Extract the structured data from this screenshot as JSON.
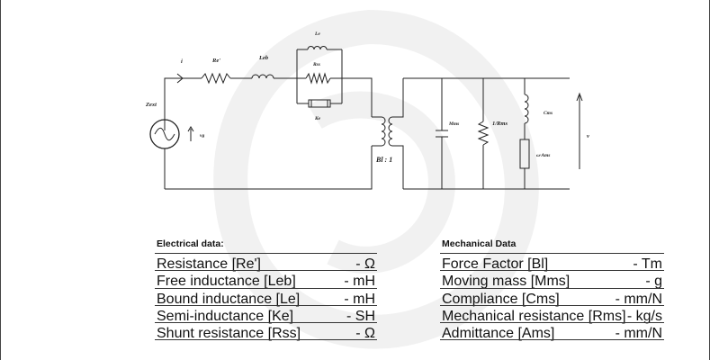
{
  "circuit": {
    "current_label": "i",
    "re_label": "Re'",
    "leb_label": "Leb",
    "le_label": "Le",
    "rss_label": "Rss",
    "ke_label": "Ke",
    "zext_label": "Zext",
    "vg_label": "vg",
    "transformer_label": "Bl : 1",
    "mms_label": "Mms",
    "rms_label": "1/Rms",
    "cms_label": "Cms",
    "ams_label": "ω·Ams",
    "velocity_label": "v"
  },
  "electrical": {
    "title": "Electrical data:",
    "rows": [
      {
        "label": "Resistance [Re']",
        "value": "- Ω"
      },
      {
        "label": "Free inductance [Leb]",
        "value": "- mH"
      },
      {
        "label": "Bound inductance [Le]",
        "value": "- mH"
      },
      {
        "label": "Semi-inductance [Ke]",
        "value": "- SH"
      },
      {
        "label": "Shunt resistance [Rss]",
        "value": "- Ω"
      }
    ]
  },
  "mechanical": {
    "title": "Mechanical Data",
    "rows": [
      {
        "label": "Force Factor [Bl]",
        "value": "- Tm"
      },
      {
        "label": "Moving mass [Mms]",
        "value": "- g"
      },
      {
        "label": "Compliance [Cms]",
        "value": "- mm/N"
      },
      {
        "label": "Mechanical resistance [Rms]",
        "value": "- kg/s"
      },
      {
        "label": "Admittance [Ams]",
        "value": "- mm/N"
      }
    ]
  },
  "colors": {
    "line": "#222222",
    "rule": "#333333"
  }
}
